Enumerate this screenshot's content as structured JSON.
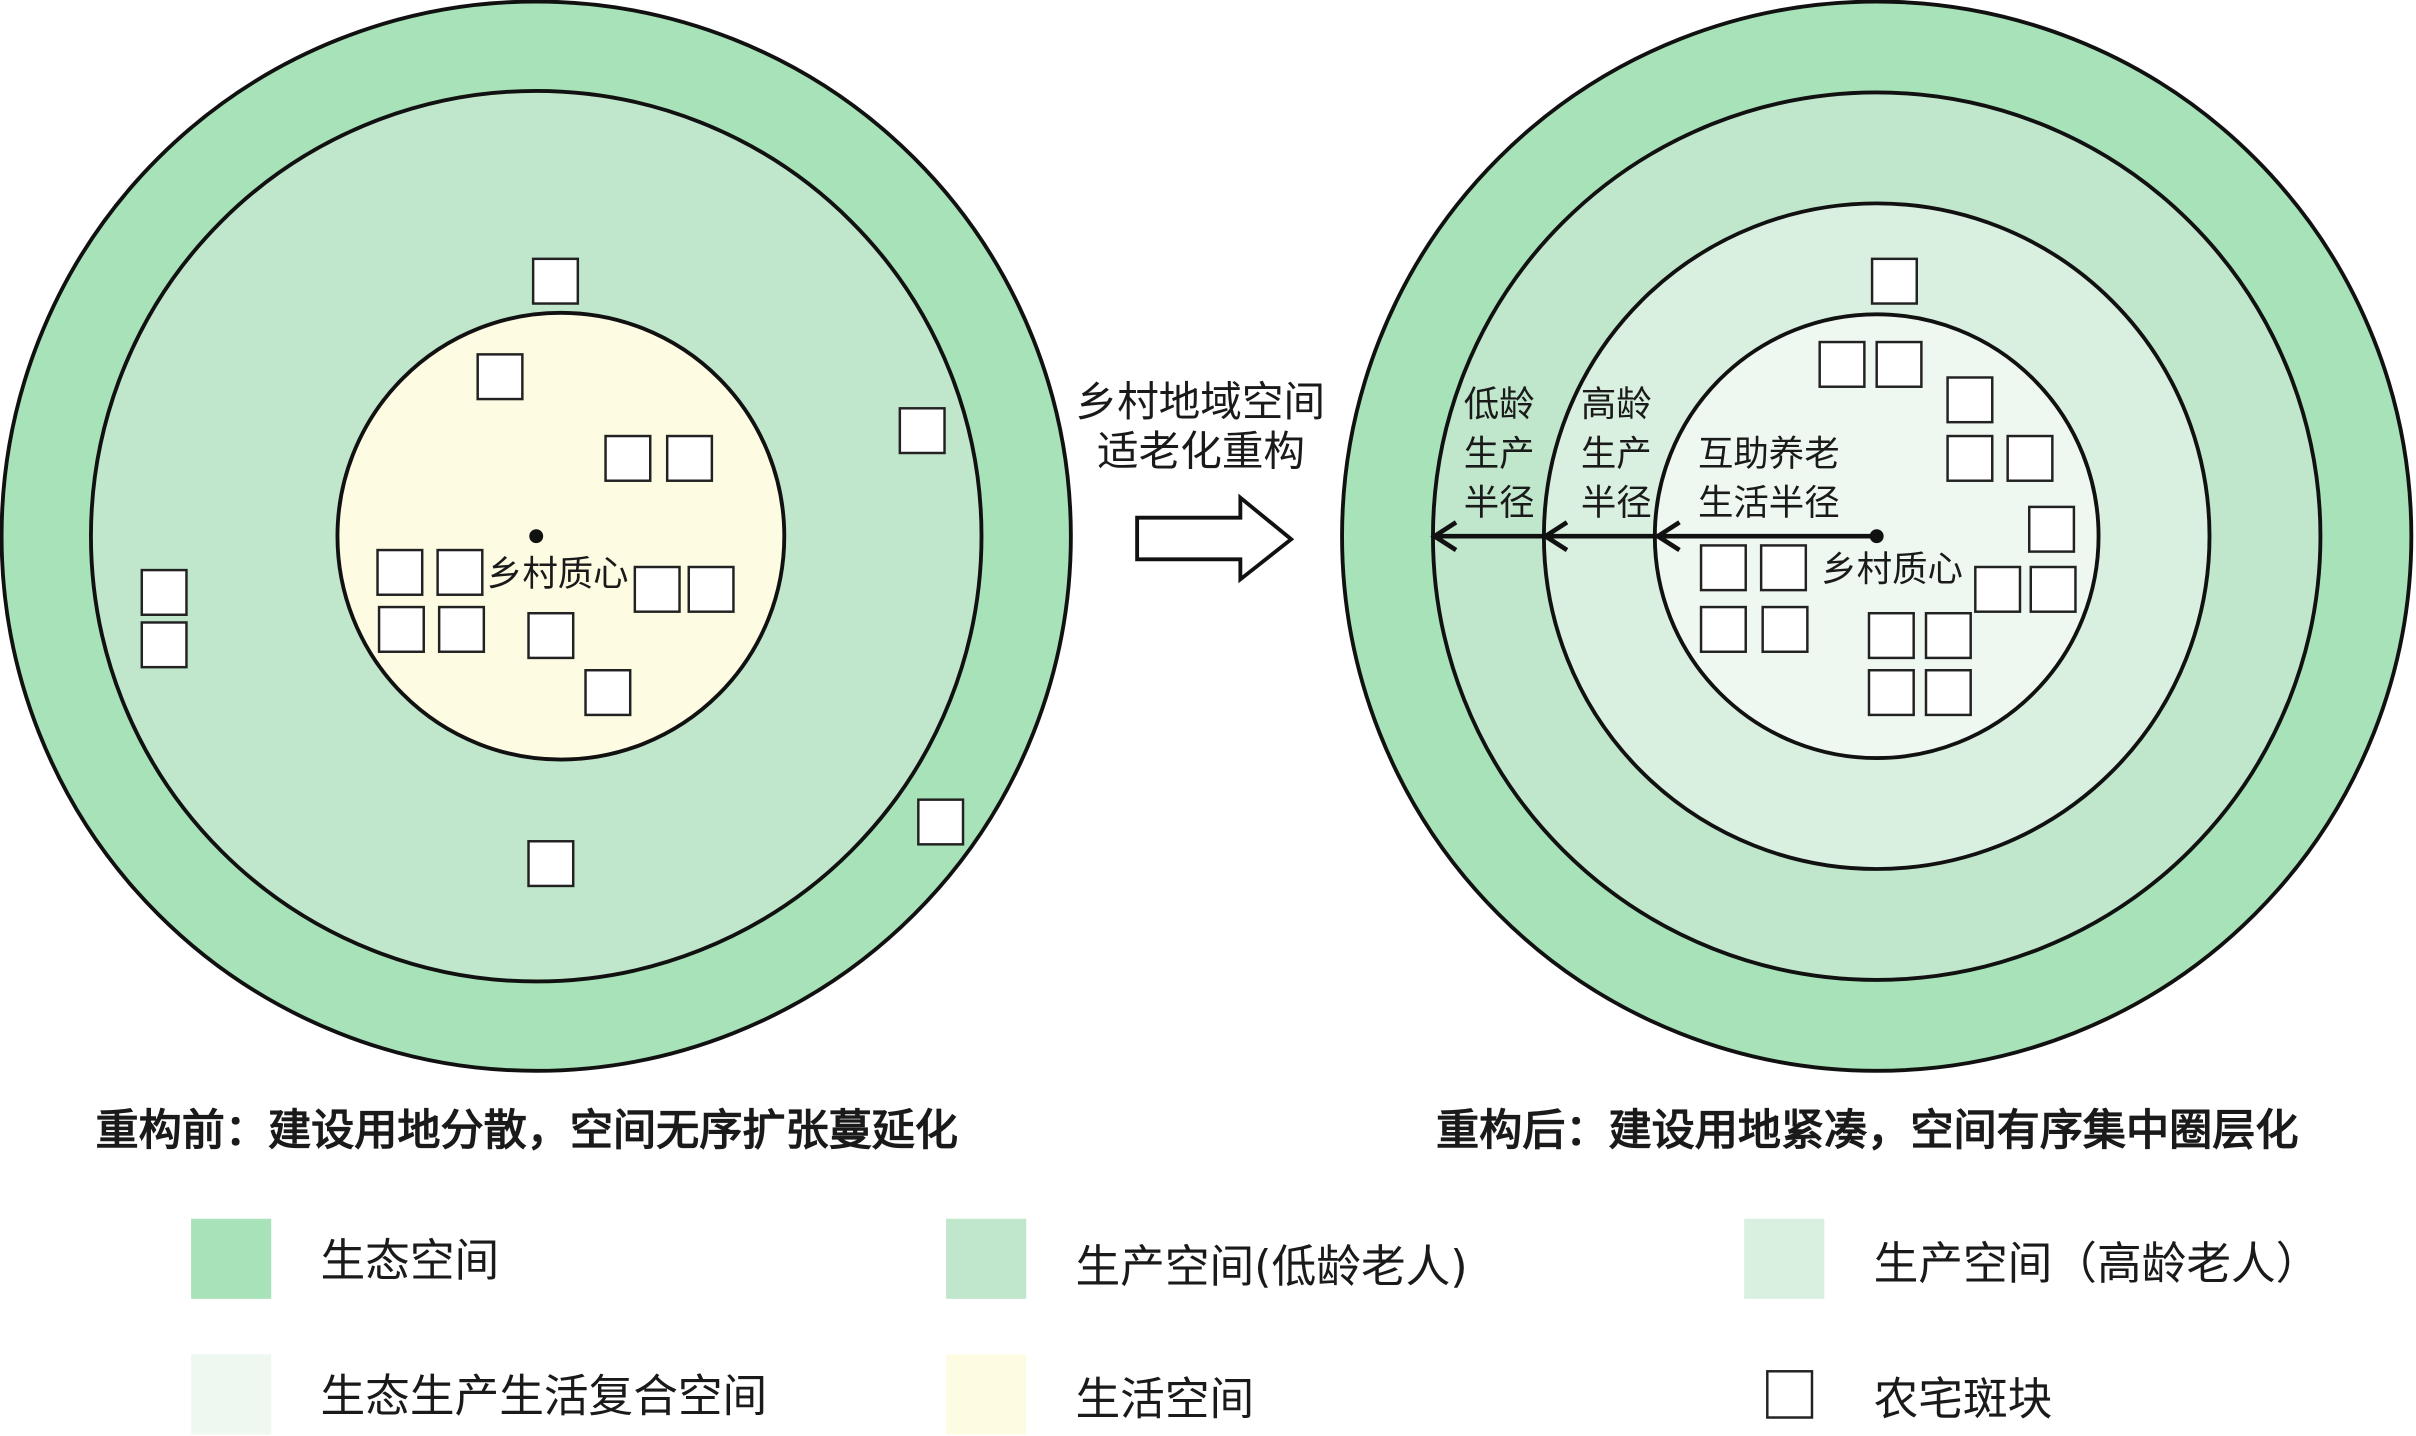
{
  "colors": {
    "ecological": "#a8e2b8",
    "production_low_age": "#c0e6cb",
    "production_high_age": "#d9f0e0",
    "composite": "#eef7f0",
    "living": "#fdfbe1"
  },
  "left": {
    "centroid_label": "乡村质心",
    "caption": "重构前：建设用地分散，空间无序扩张蔓延化"
  },
  "transition": {
    "line1": "乡村地域空间",
    "line2": "适老化重构"
  },
  "right": {
    "centroid_label": "乡村质心",
    "low_age_radius": [
      "低龄",
      "生产",
      "半径"
    ],
    "high_age_radius": [
      "高龄",
      "生产",
      "半径"
    ],
    "mutual_aid_radius": [
      "互助养老",
      "生活半径"
    ],
    "caption": "重构后：建设用地紧凑，空间有序集中圈层化"
  },
  "legend": [
    {
      "label": "生态空间",
      "swatch": "ecological"
    },
    {
      "label": "生产空间(低龄老人)",
      "swatch": "production_low_age"
    },
    {
      "label": "生产空间（高龄老人）",
      "swatch": "production_high_age"
    },
    {
      "label": "生态生产生活复合空间",
      "swatch": "composite"
    },
    {
      "label": "生活空间",
      "swatch": "living"
    },
    {
      "label": "农宅斑块",
      "swatch": "house"
    }
  ]
}
